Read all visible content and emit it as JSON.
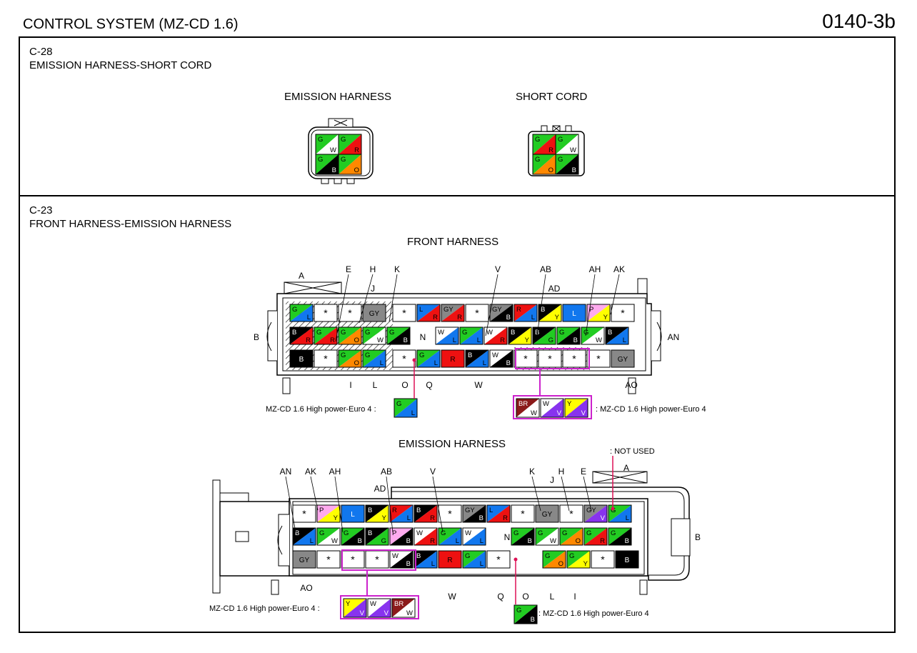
{
  "header": {
    "title": "CONTROL SYSTEM (MZ-CD 1.6)",
    "page_code": "0140-3b"
  },
  "c28": {
    "code": "C-28",
    "name": "EMISSION HARNESS-SHORT CORD",
    "left_title": "EMISSION HARNESS",
    "right_title": "SHORT CORD",
    "left_pins": [
      [
        "G",
        "W"
      ],
      [
        "G",
        "R"
      ],
      [
        "G",
        "B"
      ],
      [
        "G",
        "O"
      ]
    ],
    "right_pins": [
      [
        "G",
        "R"
      ],
      [
        "G",
        "W"
      ],
      [
        "G",
        "O"
      ],
      [
        "G",
        "B"
      ]
    ]
  },
  "c23": {
    "code": "C-23",
    "name": "FRONT HARNESS-EMISSION HARNESS",
    "front_title": "FRONT HARNESS",
    "emission_title": "EMISSION HARNESS",
    "not_used": ": NOT USED",
    "variant_note": "MZ-CD 1.6 High power-Euro 4 :",
    "variant_note_right": ": MZ-CD 1.6 High power-Euro 4",
    "front_rows": [
      [
        "G/L",
        "*",
        "*",
        "GY",
        "|",
        "*",
        "L/R",
        "GY/R",
        "*",
        "GY/B",
        "R/L",
        "B/Y",
        "L",
        "P/Y",
        "*"
      ],
      [
        "B/R",
        "G/R",
        "G/O",
        "G/W",
        "G/B",
        "N",
        "W/L",
        "G/L",
        "W/R",
        "B/Y",
        "B/G",
        "G/B",
        "G/W",
        "B/L"
      ],
      [
        "B",
        "*",
        "G/O",
        "G/L",
        "|",
        "*",
        "G/L",
        "R",
        "B/L",
        "W/B",
        "*",
        "*",
        "*",
        "*",
        "GY"
      ]
    ],
    "emission_rows": [
      [
        "*",
        "P/Y",
        "L",
        "B/Y",
        "R/L",
        "B/R",
        "*",
        "GY/B",
        "L/R",
        "*",
        "GY",
        "*",
        "GY/V",
        "G/L"
      ],
      [
        "B/L",
        "G/W",
        "G/B",
        "B/G",
        "P/B",
        "W/R",
        "G/L",
        "W/L",
        "N",
        "G/B",
        "G/W",
        "G/O",
        "G/R",
        "G/B"
      ],
      [
        "GY",
        "*",
        "*",
        "*",
        "W/B",
        "B/L",
        "R",
        "G/L",
        "*",
        "G/O",
        "G/Y",
        "*",
        "B"
      ]
    ],
    "front_labels_top": [
      "A",
      "E",
      "H",
      "K",
      "J",
      "V",
      "AB",
      "AD",
      "AH",
      "AK"
    ],
    "front_labels_bottom": [
      "I",
      "L",
      "O",
      "Q",
      "W",
      "AO"
    ],
    "front_side_labels": [
      "B",
      "N",
      "AN"
    ],
    "emission_labels_top": [
      "AN",
      "AK",
      "AH",
      "AB",
      "AD",
      "V",
      "K",
      "J",
      "H",
      "E",
      "A"
    ],
    "emission_labels_bottom": [
      "AO",
      "W",
      "Q",
      "O",
      "L",
      "I"
    ],
    "emission_side_labels": [
      "N",
      "B"
    ],
    "variant_front_left": [
      "G/L"
    ],
    "variant_front_right": [
      "BR/W",
      "W/V",
      "Y/V"
    ],
    "variant_emission_left": [
      "Y/V",
      "W/V",
      "BR/W"
    ],
    "variant_emission_right": [
      "G/B"
    ]
  },
  "colors": {
    "G": "#22cc22",
    "W": "#ffffff",
    "R": "#ee1111",
    "B": "#000000",
    "O": "#ff8800",
    "L": "#1177ee",
    "Y": "#ffff00",
    "P": "#ffaaee",
    "V": "#8833ee",
    "GY": "#888888",
    "BR": "#8b1a1a",
    "variant_outline": "#cc22cc",
    "marker": "#dd1155"
  }
}
